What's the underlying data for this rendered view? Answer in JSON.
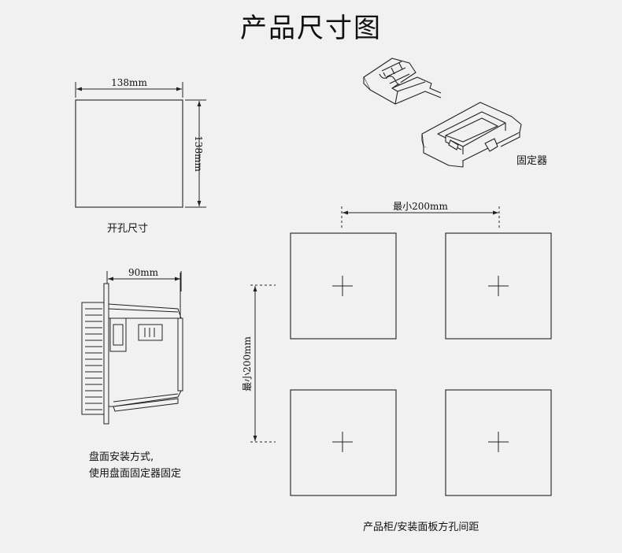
{
  "title": "产品尺寸图",
  "cutout": {
    "label": "开孔尺寸",
    "width_dim": "138mm",
    "height_dim": "138mm"
  },
  "bracket": {
    "label": "固定器"
  },
  "side_view": {
    "depth_dim": "90mm",
    "caption_line1": "盘面安装方式,",
    "caption_line2": "使用盘面固定器固定"
  },
  "spacing": {
    "horizontal_dim": "最小200mm",
    "vertical_dim": "最小200mm",
    "caption": "产品柜/安装面板方孔间距"
  },
  "colors": {
    "background": "#f1f1f1",
    "line": "#222222"
  }
}
